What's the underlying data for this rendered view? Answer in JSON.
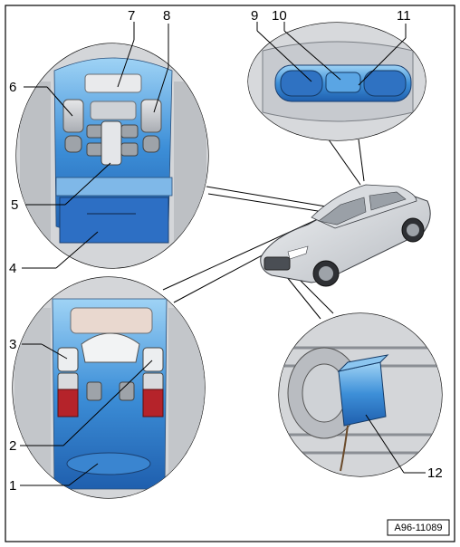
{
  "callouts": {
    "c1": "1",
    "c2": "2",
    "c3": "3",
    "c4": "4",
    "c5": "5",
    "c6": "6",
    "c7": "7",
    "c8": "8",
    "c9": "9",
    "c10": "10",
    "c11": "11",
    "c12": "12"
  },
  "reference_code": "A96-11089",
  "colors": {
    "highlight_blue": "#2f7fd0",
    "highlight_blue_light": "#7fc0ee",
    "vehicle_grey": "#cfd2d6",
    "outline": "#000000"
  }
}
